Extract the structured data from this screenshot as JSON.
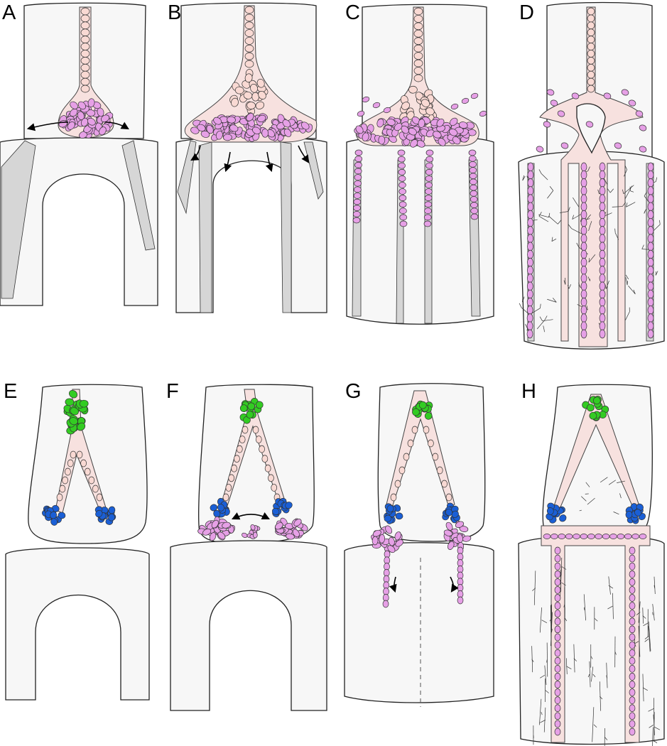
{
  "figure": {
    "panels": [
      {
        "id": "A",
        "label": "A",
        "row": "top"
      },
      {
        "id": "B",
        "label": "B",
        "row": "top"
      },
      {
        "id": "C",
        "label": "C",
        "row": "top"
      },
      {
        "id": "D",
        "label": "D",
        "row": "top"
      },
      {
        "id": "E",
        "label": "E",
        "row": "bottom"
      },
      {
        "id": "F",
        "label": "F",
        "row": "bottom"
      },
      {
        "id": "G",
        "label": "G",
        "row": "bottom"
      },
      {
        "id": "H",
        "label": "H",
        "row": "bottom"
      }
    ],
    "colors": {
      "background": "#ffffff",
      "tissue": "#f7f7f7",
      "outline": "#222222",
      "muscle": "#d6d6d6",
      "duct": "#f7e1df",
      "cell_pale": "#f9d9d3",
      "cell_magenta": "#e6a0e6",
      "cell_green": "#33cc22",
      "cell_blue": "#1a5fd6"
    }
  }
}
